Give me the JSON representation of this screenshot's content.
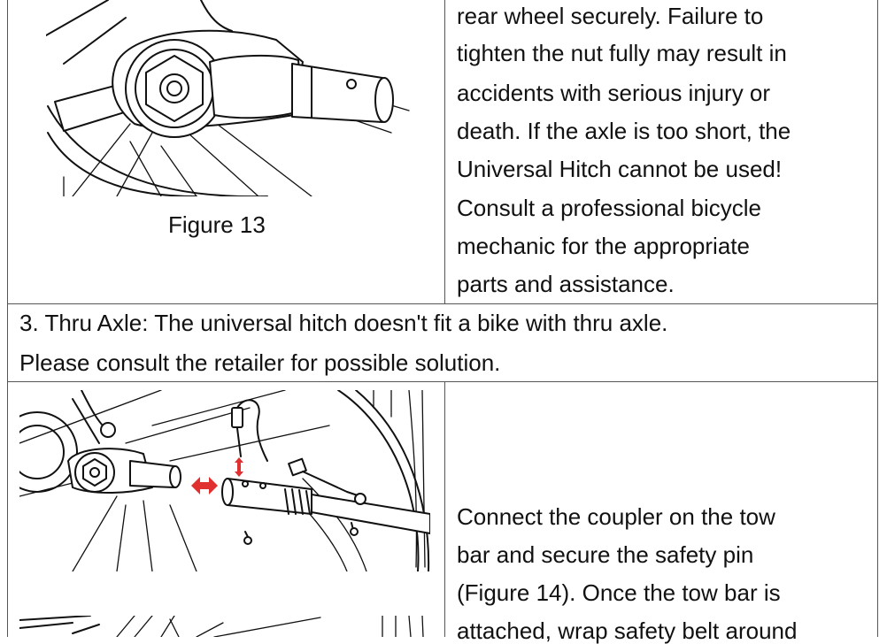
{
  "figure13": {
    "caption": "Figure 13",
    "illustration": "rear-hub-nut-and-hitch-illustration"
  },
  "warning_text": {
    "lines": [
      "rear wheel securely. Failure to",
      "tighten the nut fully may result in",
      "accidents with serious injury or",
      "death. If the axle is too short, the",
      "Universal Hitch cannot be used!",
      "Consult a professional bicycle",
      "mechanic for the appropriate",
      "parts and assistance."
    ]
  },
  "thru_axle_note": {
    "lines": [
      "3. Thru Axle: The universal hitch doesn't fit a bike with thru axle.",
      "Please consult the retailer for possible solution."
    ]
  },
  "coupler_instructions": {
    "lines": [
      "Connect the coupler on the tow",
      "bar and secure the safety pin",
      "(Figure 14). Once the tow bar is",
      "attached, wrap safety belt around"
    ]
  },
  "colors": {
    "arrow": "#e0302f",
    "grid": "#555555"
  }
}
